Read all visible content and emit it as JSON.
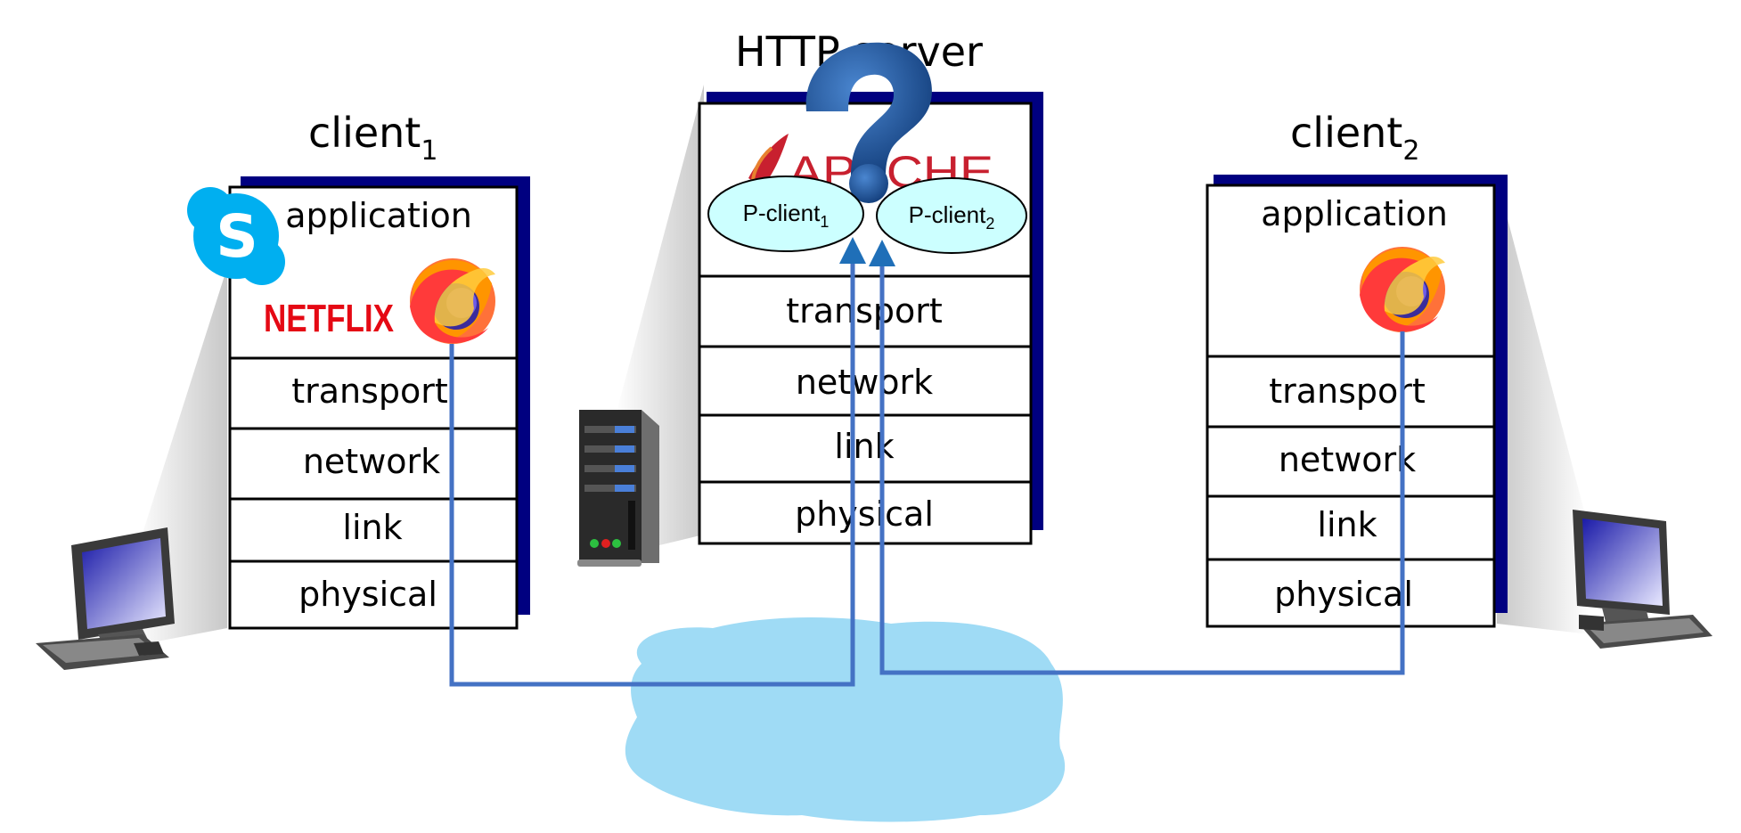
{
  "title": {
    "server_text": "HTTP server",
    "client1_base": "client",
    "client1_sub": "1",
    "client2_base": "client",
    "client2_sub": "2"
  },
  "client1": {
    "layers": [
      "application",
      "transport",
      "network",
      "link",
      "physical"
    ],
    "apps": [
      "skype-icon",
      "netflix-logo",
      "firefox-icon"
    ],
    "netflix_text": "NETFLIX"
  },
  "server": {
    "layers": [
      "transport",
      "network",
      "link",
      "physical"
    ],
    "logo_text": "APACHE",
    "process1": {
      "base": "P-client",
      "sub": "1"
    },
    "process2": {
      "base": "P-client",
      "sub": "2"
    }
  },
  "client2": {
    "layers": [
      "application",
      "transport",
      "network",
      "link",
      "physical"
    ],
    "apps": [
      "firefox-icon"
    ]
  },
  "colors": {
    "stack_shadow": "#000080",
    "connection_line": "#4472C4",
    "cloud": "#9FDBF5",
    "process_bubble": "#CCFFFF",
    "question_mark": "#1F5FA8",
    "netflix_red": "#E50914"
  }
}
